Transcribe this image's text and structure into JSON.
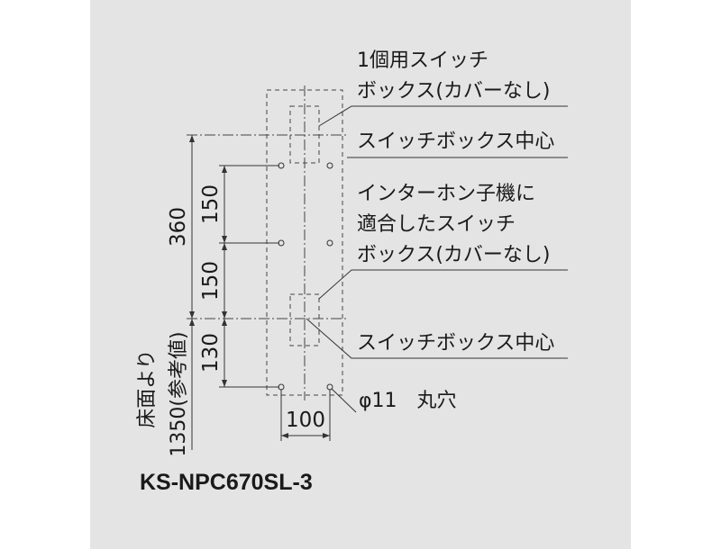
{
  "colors": {
    "panel_bg": "#e4e4e4",
    "page_bg": "#ffffff",
    "line": "#333333"
  },
  "callouts": {
    "top_box_line1": "1個用スイッチ",
    "top_box_line2": "ボックス(カバーなし)",
    "top_center": "スイッチボックス中心",
    "mid_box_line1": "インターホン子機に",
    "mid_box_line2": "適合したスイッチ",
    "mid_box_line3": "ボックス(カバーなし)",
    "bottom_center": "スイッチボックス中心",
    "hole": "φ11　丸穴"
  },
  "dimensions": {
    "total_height": "360",
    "upper_pitch": "150",
    "lower_pitch": "150",
    "bottom_offset": "130",
    "width": "100",
    "floor_line1": "床面より",
    "floor_line2": "1350(参考値)"
  },
  "model": "KS-NPC670SL-3"
}
